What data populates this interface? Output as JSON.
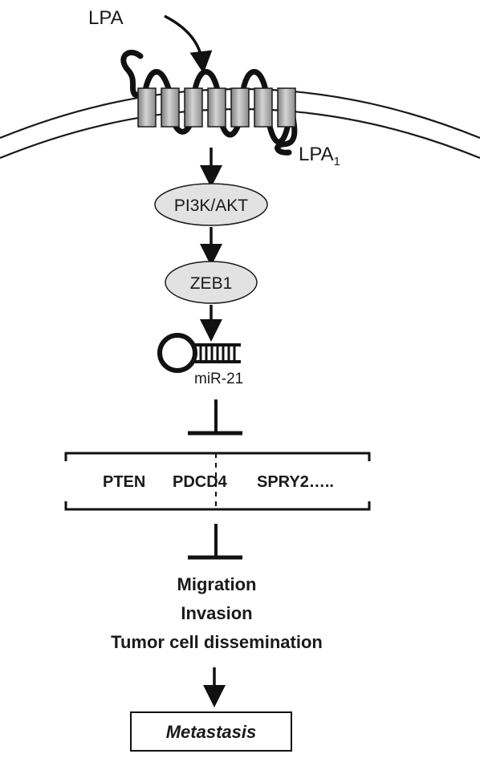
{
  "ligand": {
    "label": "LPA"
  },
  "receptor": {
    "label": "LPA",
    "subscript": "1"
  },
  "nodes": {
    "pi3k": "PI3K/AKT",
    "zeb1": "ZEB1",
    "mirna": "miR-21"
  },
  "targets": {
    "items": [
      "PTEN",
      "PDCD4",
      "SPRY2….."
    ]
  },
  "outcomes": {
    "lines": [
      "Migration",
      "Invasion",
      "Tumor cell dissemination"
    ]
  },
  "result": {
    "label": "Metastasis"
  }
}
